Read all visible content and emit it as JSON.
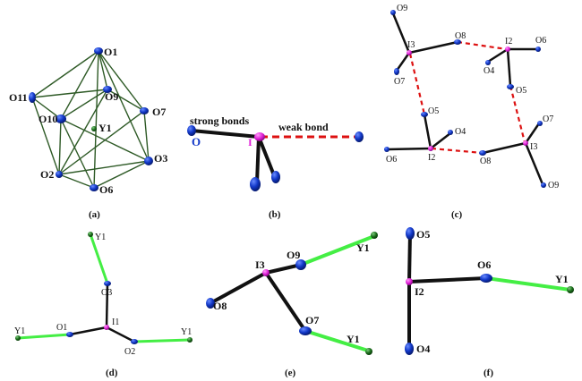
{
  "panels": [
    {
      "id": "a",
      "label": "(a)"
    },
    {
      "id": "b",
      "label": "(b)"
    },
    {
      "id": "c",
      "label": "(c)"
    },
    {
      "id": "d",
      "label": "(d)"
    },
    {
      "id": "e",
      "label": "(e)"
    },
    {
      "id": "f",
      "label": "(f)"
    }
  ],
  "atom_labels": {
    "a": [
      "O1",
      "O11",
      "O10",
      "O9",
      "Y1",
      "O7",
      "O2",
      "O3",
      "O6"
    ],
    "b": [
      "O",
      "I"
    ],
    "c": [
      "O9",
      "I3",
      "O8",
      "I2",
      "O6",
      "O4",
      "O7",
      "O5",
      "O5",
      "O4",
      "O7",
      "O6",
      "I2",
      "O8",
      "I3",
      "O9"
    ],
    "d": [
      "Y1",
      "O3",
      "I1",
      "O1",
      "Y1",
      "O2",
      "Y1"
    ],
    "e": [
      "I3",
      "O9",
      "Y1",
      "O8",
      "O7",
      "Y1"
    ],
    "f": [
      "O5",
      "I2",
      "O6",
      "Y1",
      "O4"
    ]
  },
  "annotations": {
    "strong": "strong bonds",
    "weak": "weak bond"
  },
  "colors": {
    "oxygen": "#1238c8",
    "iodine": "#e020d8",
    "yttrium": "#1a6b1a",
    "polyhedron_edge": "#2e5a26",
    "strong_bond": "#111111",
    "weak_bond": "#dd1111",
    "y_bond": "#44ee44",
    "label_blue": "#1238c8"
  }
}
